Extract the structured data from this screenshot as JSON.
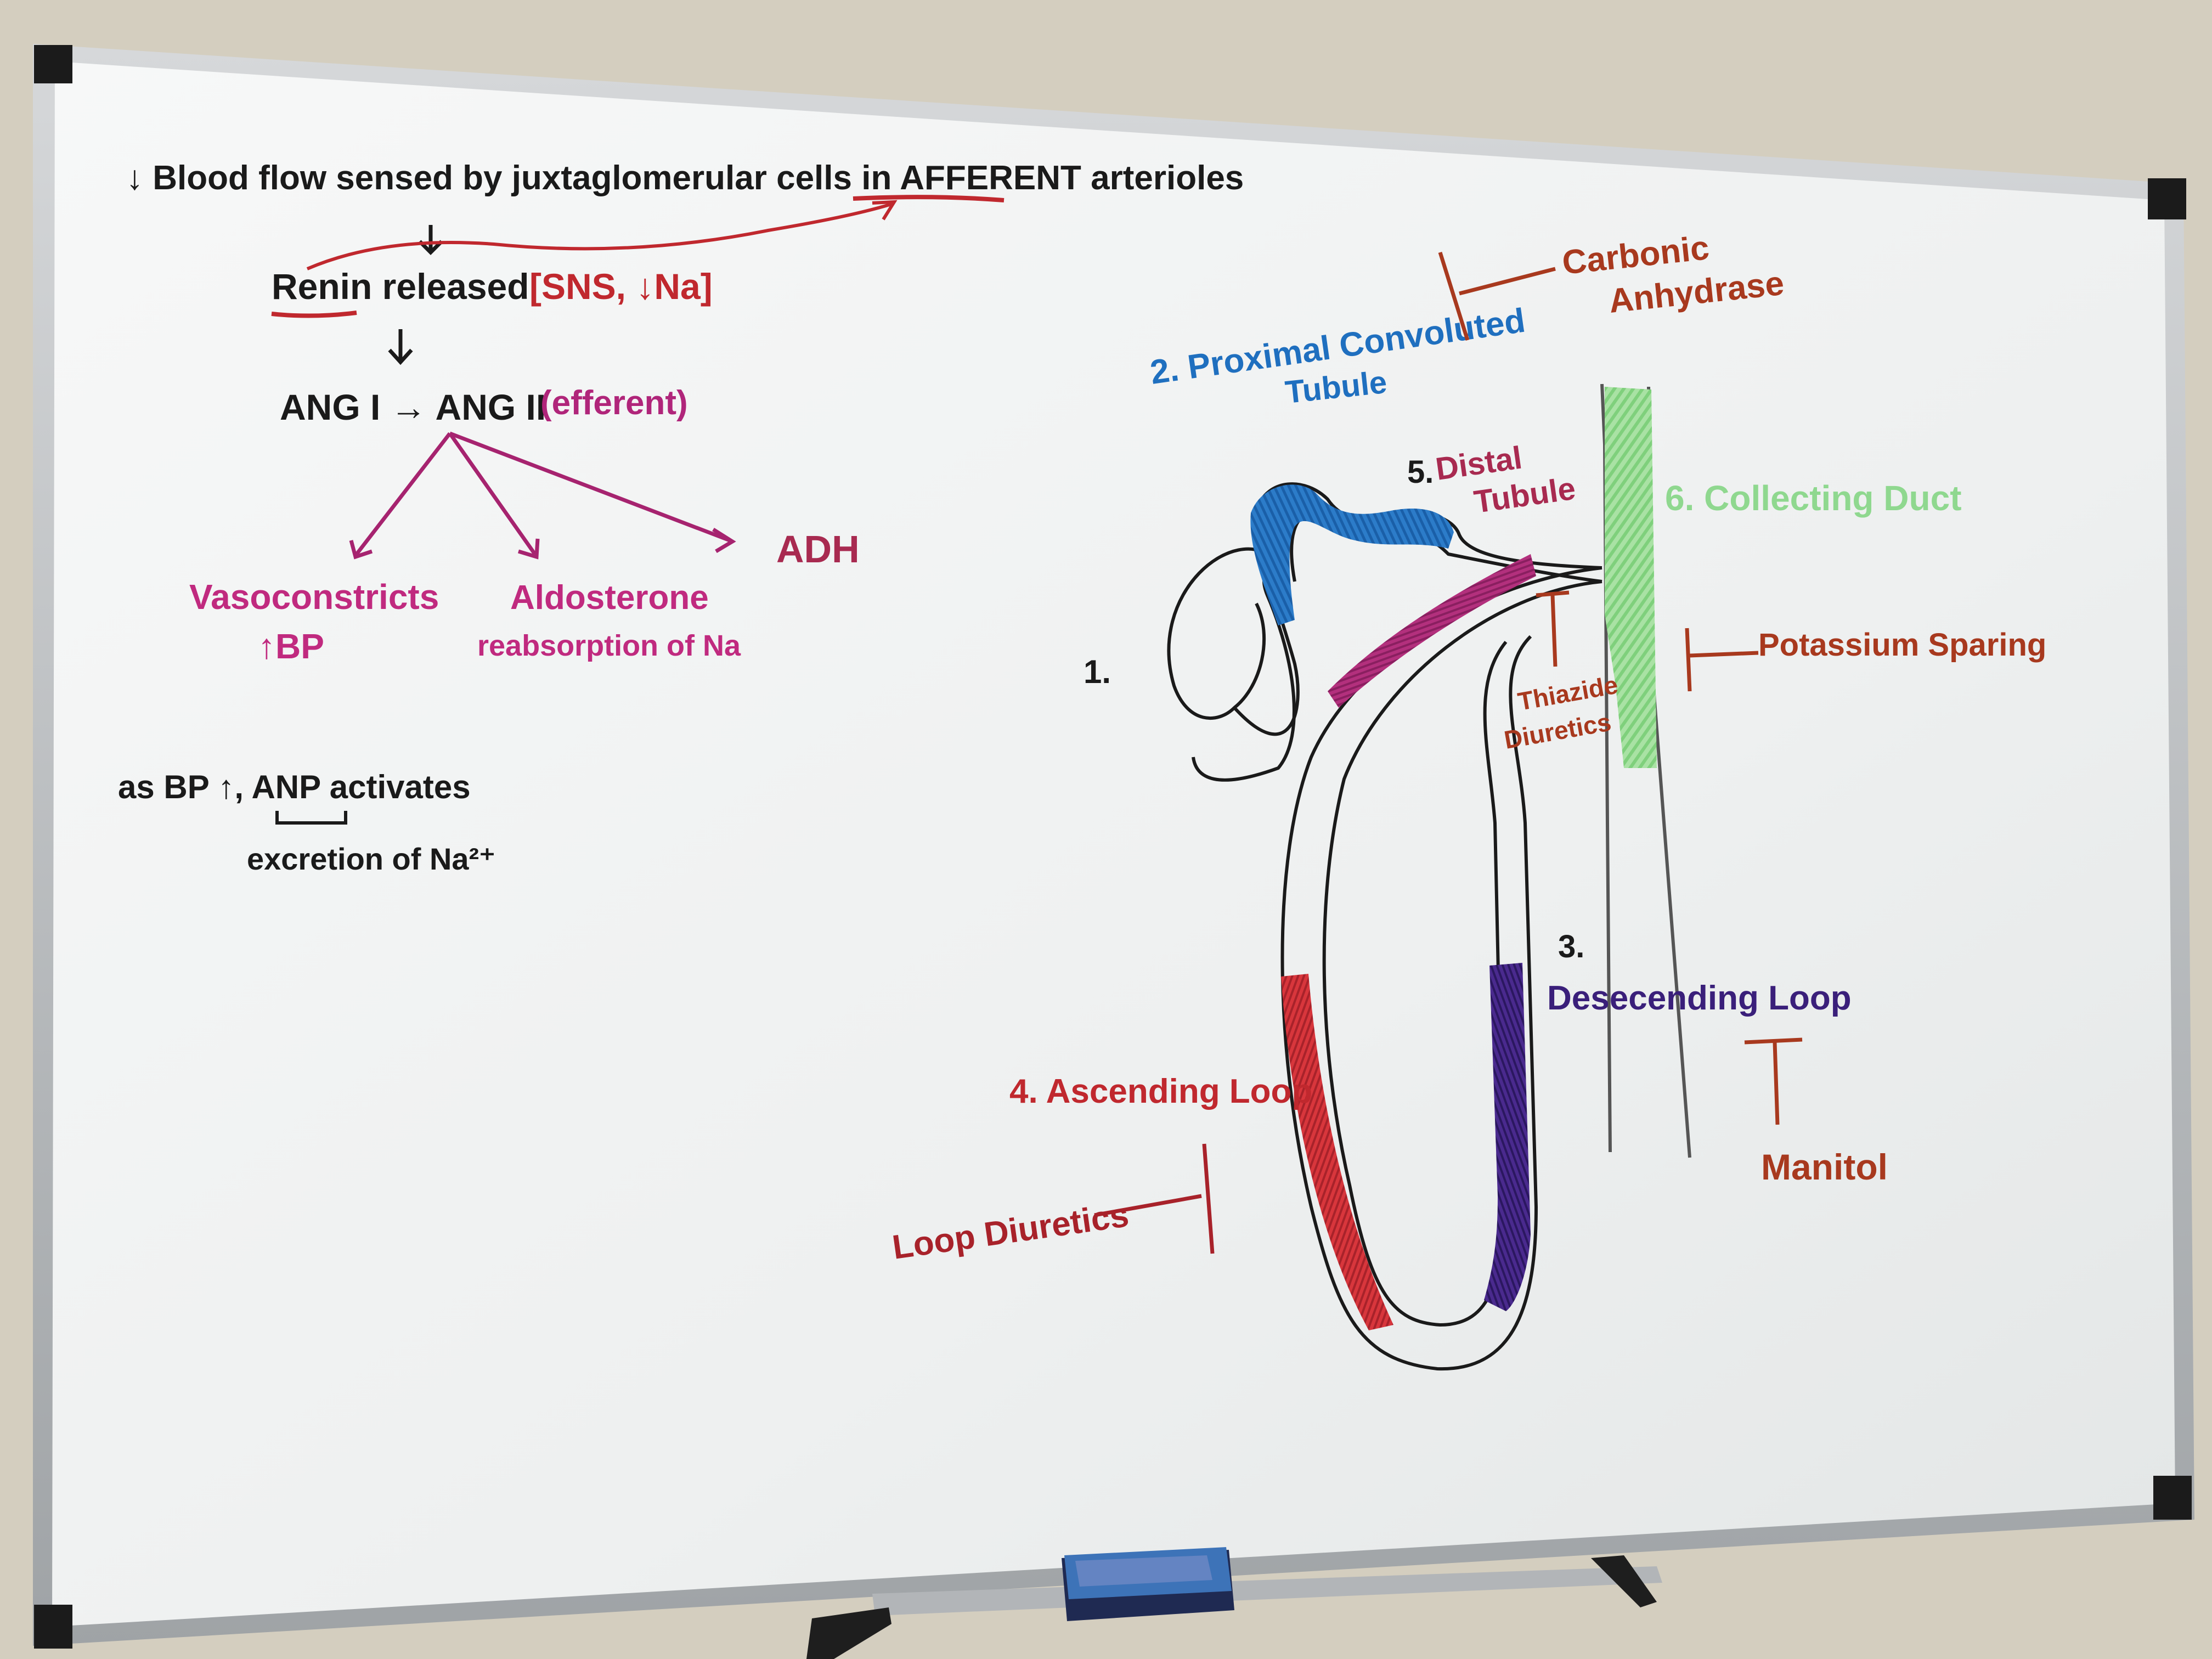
{
  "colors": {
    "wall": "#d2ccbe",
    "board": "#f4f5f5",
    "frame": "#b9bcbf",
    "ink_black": "#1a1a1a",
    "ink_red": "#c0282e",
    "ink_magenta": "#b0257a",
    "ink_blue": "#1f6fbf",
    "ink_green": "#8fd88f",
    "ink_purple": "#3a1f7a",
    "ink_brown": "#a8391e",
    "ink_maroon": "#a82a50",
    "eraser_blue": "#3d73b8"
  },
  "board": {
    "line1": {
      "lead": "↓ ",
      "text": "Blood flow sensed by juxtaglomerular cells in ",
      "afferent": "AFFERENT",
      "tail": " arterioles"
    },
    "renin": "Renin released",
    "renin_bracket": "[SNS, ↓Na]",
    "ang": "ANG I → ANG II",
    "ang_note": "(efferent)",
    "branch_vaso": "Vasoconstricts",
    "branch_vaso_sub": "↑BP",
    "branch_aldo": "Aldosterone",
    "branch_aldo_sub": "reabsorption of Na",
    "branch_adh": "ADH",
    "anp_line": "as BP ↑, ANP activates",
    "anp_sub": "excretion of Na²⁺"
  },
  "nephron": {
    "n1": "1.",
    "pct": "2. Proximal Convoluted",
    "pct_2": "Tubule",
    "carbonic": "Carbonic",
    "carbonic_2": "Anhydrase",
    "desc_num": "3.",
    "desc": "Desecending Loop",
    "mannitol": "Manitol",
    "asc": "4. Ascending Loop",
    "loop_diuretics": "Loop Diuretics",
    "dist_num": "5.",
    "dist": "Distal",
    "dist_2": "Tubule",
    "thiazide": "Thiazide",
    "thiazide_2": "Diuretics",
    "cd": "6. Collecting Duct",
    "k_sparing": "Potassium Sparing"
  }
}
